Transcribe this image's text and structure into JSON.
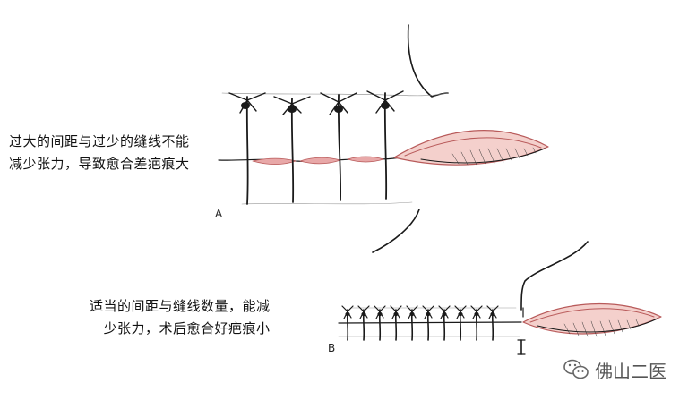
{
  "figure": {
    "panel_a": {
      "letter": "A",
      "caption_lines": [
        "过大的间距与过少的缝线不能",
        "减少张力，导致愈合差疤痕大"
      ]
    },
    "panel_b": {
      "letter": "B",
      "caption_lines": [
        "适当的间距与缝线数量，能减",
        "少张力，术后愈合好疤痕小"
      ]
    }
  },
  "watermark": {
    "icon": "wechat-icon",
    "text": "佛山二医"
  },
  "colors": {
    "ink": "#1a1a1a",
    "wound_pink": "#e8a8a8",
    "wound_dark": "#b85a5a"
  }
}
